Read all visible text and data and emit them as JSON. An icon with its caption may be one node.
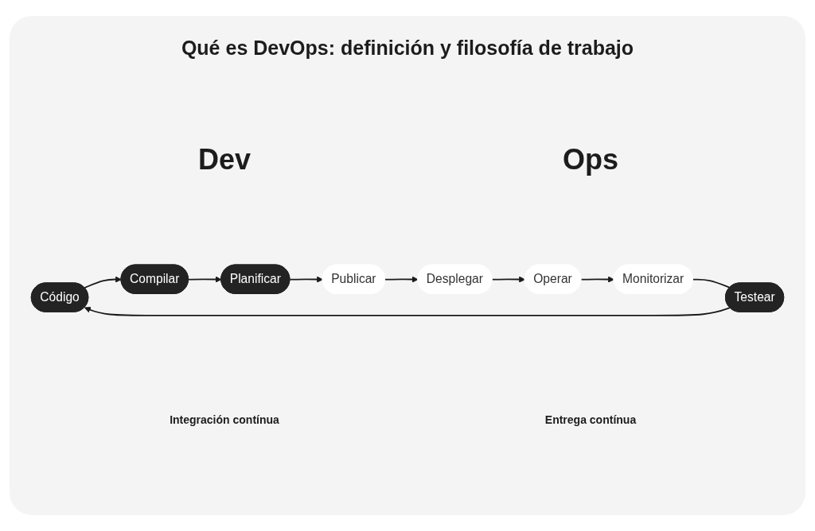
{
  "diagram": {
    "title": "Qué es DevOps: definición y filosofía de trabajo",
    "nodes": [
      {
        "text": [
          "Código"
        ]
      },
      {
        "text": [
          "Testear"
        ]
      },
      {
        "text": [
          "Publicar"
        ]
      },
      {
        "text": [
          "Desplegar"
        ]
      },
      {
        "text": [
          "Compilar"
        ]
      },
      {
        "text": [
          "Planificar"
        ]
      },
      {
        "text": [
          "Monitorizar"
        ]
      },
      {
        "text": [
          "Operar"
        ]
      }
    ],
    "edges": [
      {
        "from": 1,
        "to": 0,
        "arrow": "to"
      },
      {
        "from": 0,
        "to": 4,
        "arrow": "to"
      },
      {
        "from": 4,
        "to": 5,
        "arrow": "to"
      },
      {
        "from": 5,
        "to": 2,
        "arrow": "to"
      },
      {
        "from": 2,
        "to": 3,
        "arrow": "to"
      },
      {
        "from": 3,
        "to": 7,
        "arrow": "to"
      },
      {
        "from": 7,
        "to": 6,
        "arrow": "to"
      },
      {
        "from": 6,
        "to": 1,
        "arrow": "none"
      }
    ],
    "labels": [
      "Dev",
      "Ops",
      "Integración contínua",
      "Entrega contínua"
    ]
  }
}
